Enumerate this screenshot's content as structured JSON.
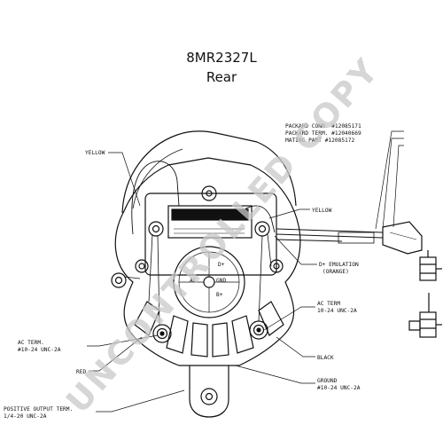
{
  "title": "8MR2327L",
  "subtitle": "Rear",
  "watermark": "UNCONTROLLED COPY",
  "labels": {
    "packard_conn": "PACKARD CONN. #12085171",
    "packard_term": "PACKARD TERM. #12040669",
    "mating_part": "MATING PART #12085172",
    "yellow_top_left": "YELLOW",
    "yellow_right": "YELLOW",
    "d_plus_1": "D+ EMULATION",
    "d_plus_2": "(ORANGE)",
    "ac_term_right_1": "AC TERM",
    "ac_term_right_2": "10-24 UNC-2A",
    "black": "BLACK",
    "ground_1": "GROUND",
    "ground_2": "#10-24 UNC-2A",
    "ac_term_left_1": "AC TERM.",
    "ac_term_left_2": "#10-24 UNC-2A",
    "red": "RED",
    "positive_output_1": "POSITIVE OUTPUT TERM.",
    "positive_output_2": "1/4-20 UNC-2A",
    "face_d": "D+",
    "face_ac": "AC",
    "face_gnd": "GND",
    "face_b": "B+"
  }
}
